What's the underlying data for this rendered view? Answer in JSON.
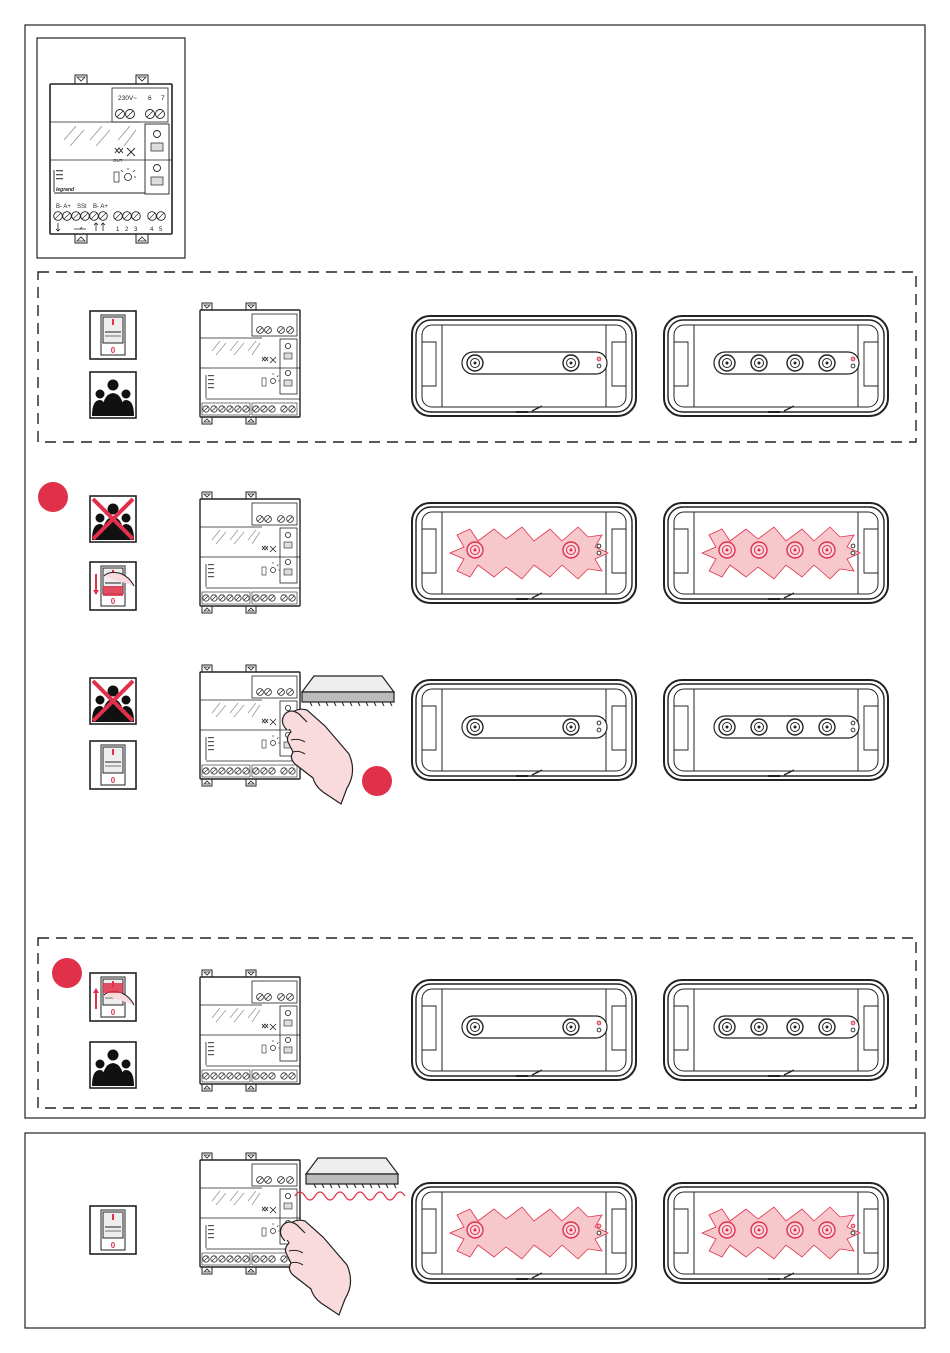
{
  "module": {
    "voltage_label": "230V~",
    "top_terminals": [
      "6",
      "7"
    ],
    "bottom_group_labels": [
      "B- A+",
      "SSI",
      "B- A+"
    ],
    "bottom_numbers": [
      "1",
      "2",
      "3",
      "4",
      "5"
    ],
    "brand": "legrand",
    "icon_text": "OUT"
  },
  "switch": {
    "on_label": "I",
    "off_label": "0"
  },
  "steps": [
    {
      "id": "step-1",
      "marker": false,
      "people": true,
      "switch_state": "on",
      "remote": false,
      "lamps_lit": false
    },
    {
      "id": "step-2",
      "marker": true,
      "people": false,
      "switch_state": "turning-off",
      "remote": false,
      "lamps_lit": true
    },
    {
      "id": "step-3",
      "marker": true,
      "people": false,
      "switch_state": "on",
      "remote": true,
      "lamps_lit": false
    },
    {
      "id": "step-4",
      "marker": true,
      "people": true,
      "switch_state": "turning-on",
      "remote": false,
      "lamps_lit": false
    },
    {
      "id": "step-5",
      "marker": false,
      "people": false,
      "switch_state": "on",
      "remote": true,
      "lamps_lit": true
    }
  ],
  "colors": {
    "accent": "#e0304a",
    "glow": "#f6c8cc",
    "line": "#222222"
  }
}
